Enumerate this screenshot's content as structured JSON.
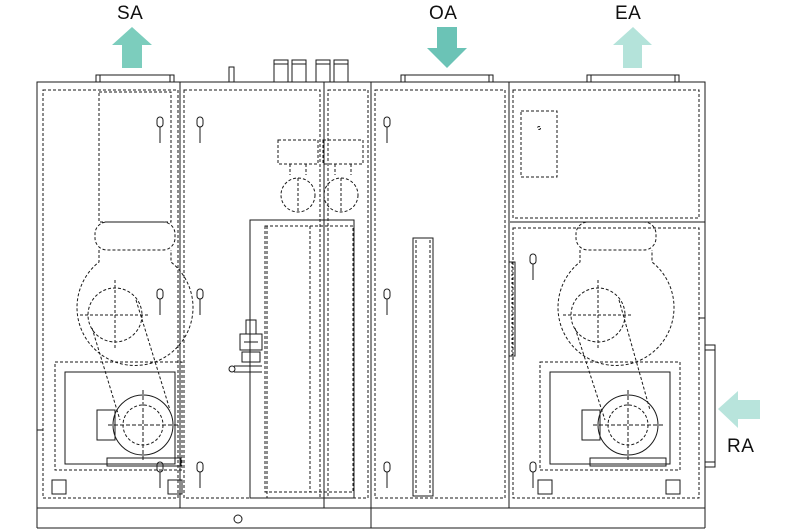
{
  "labels": {
    "supply_air": "SA",
    "outside_air": "OA",
    "exhaust_air": "EA",
    "return_air": "RA"
  },
  "colors": {
    "line": "#1a1a1a",
    "supply_arrow": "#7ccdbd",
    "outside_arrow": "#6bc3b6",
    "exhaust_arrow": "#b4e3da",
    "return_arrow": "#b8e4dc",
    "background": "#ffffff"
  },
  "icons": {
    "supply_direction": "arrow-up-icon",
    "outside_direction": "arrow-down-icon",
    "exhaust_direction": "arrow-up-icon",
    "return_direction": "arrow-left-icon"
  }
}
